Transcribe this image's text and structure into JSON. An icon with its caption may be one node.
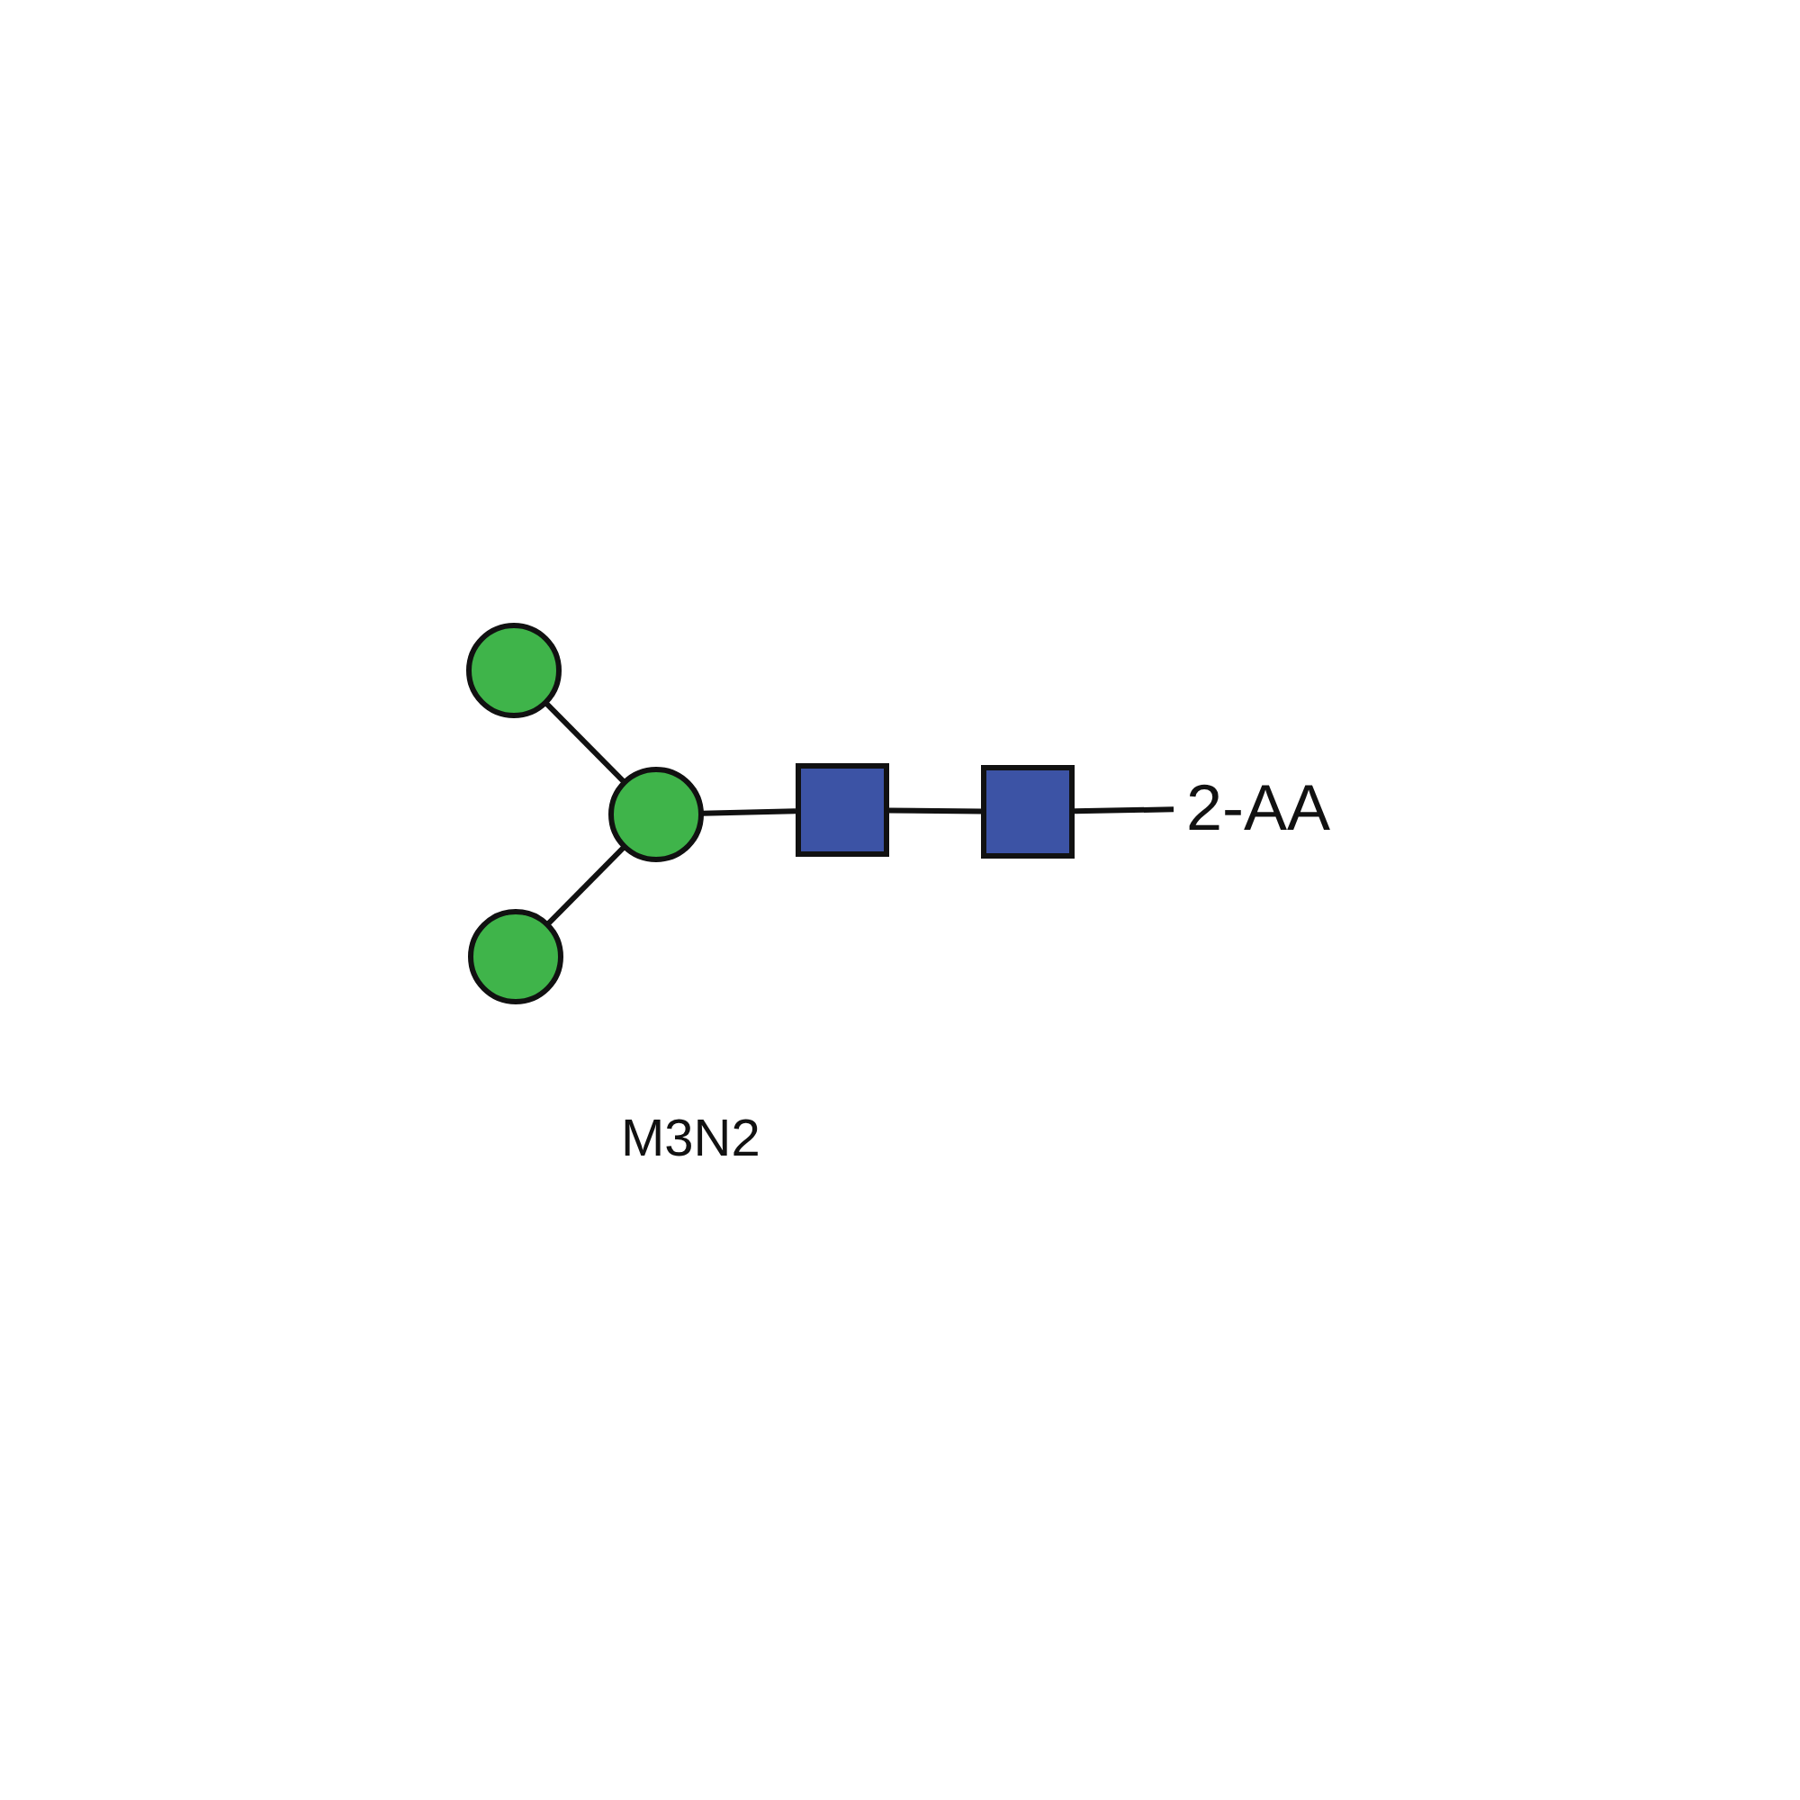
{
  "diagram": {
    "nodes": [
      {
        "text": [],
        "shape": "circle"
      },
      {
        "text": [],
        "shape": "circle"
      },
      {
        "text": [],
        "shape": "circle"
      },
      {
        "text": [],
        "shape": "box"
      },
      {
        "text": [],
        "shape": "box"
      },
      {
        "text": [
          "2-AA"
        ]
      }
    ],
    "edges": [
      {
        "from": 0,
        "to": 1,
        "arrow": "none"
      },
      {
        "from": 2,
        "to": 1,
        "arrow": "none"
      },
      {
        "from": 1,
        "to": 3,
        "arrow": "none"
      },
      {
        "from": 3,
        "to": 4,
        "arrow": "none"
      },
      {
        "from": 4,
        "to": 5,
        "arrow": "none"
      }
    ],
    "labels": [
      "M3N2"
    ]
  }
}
